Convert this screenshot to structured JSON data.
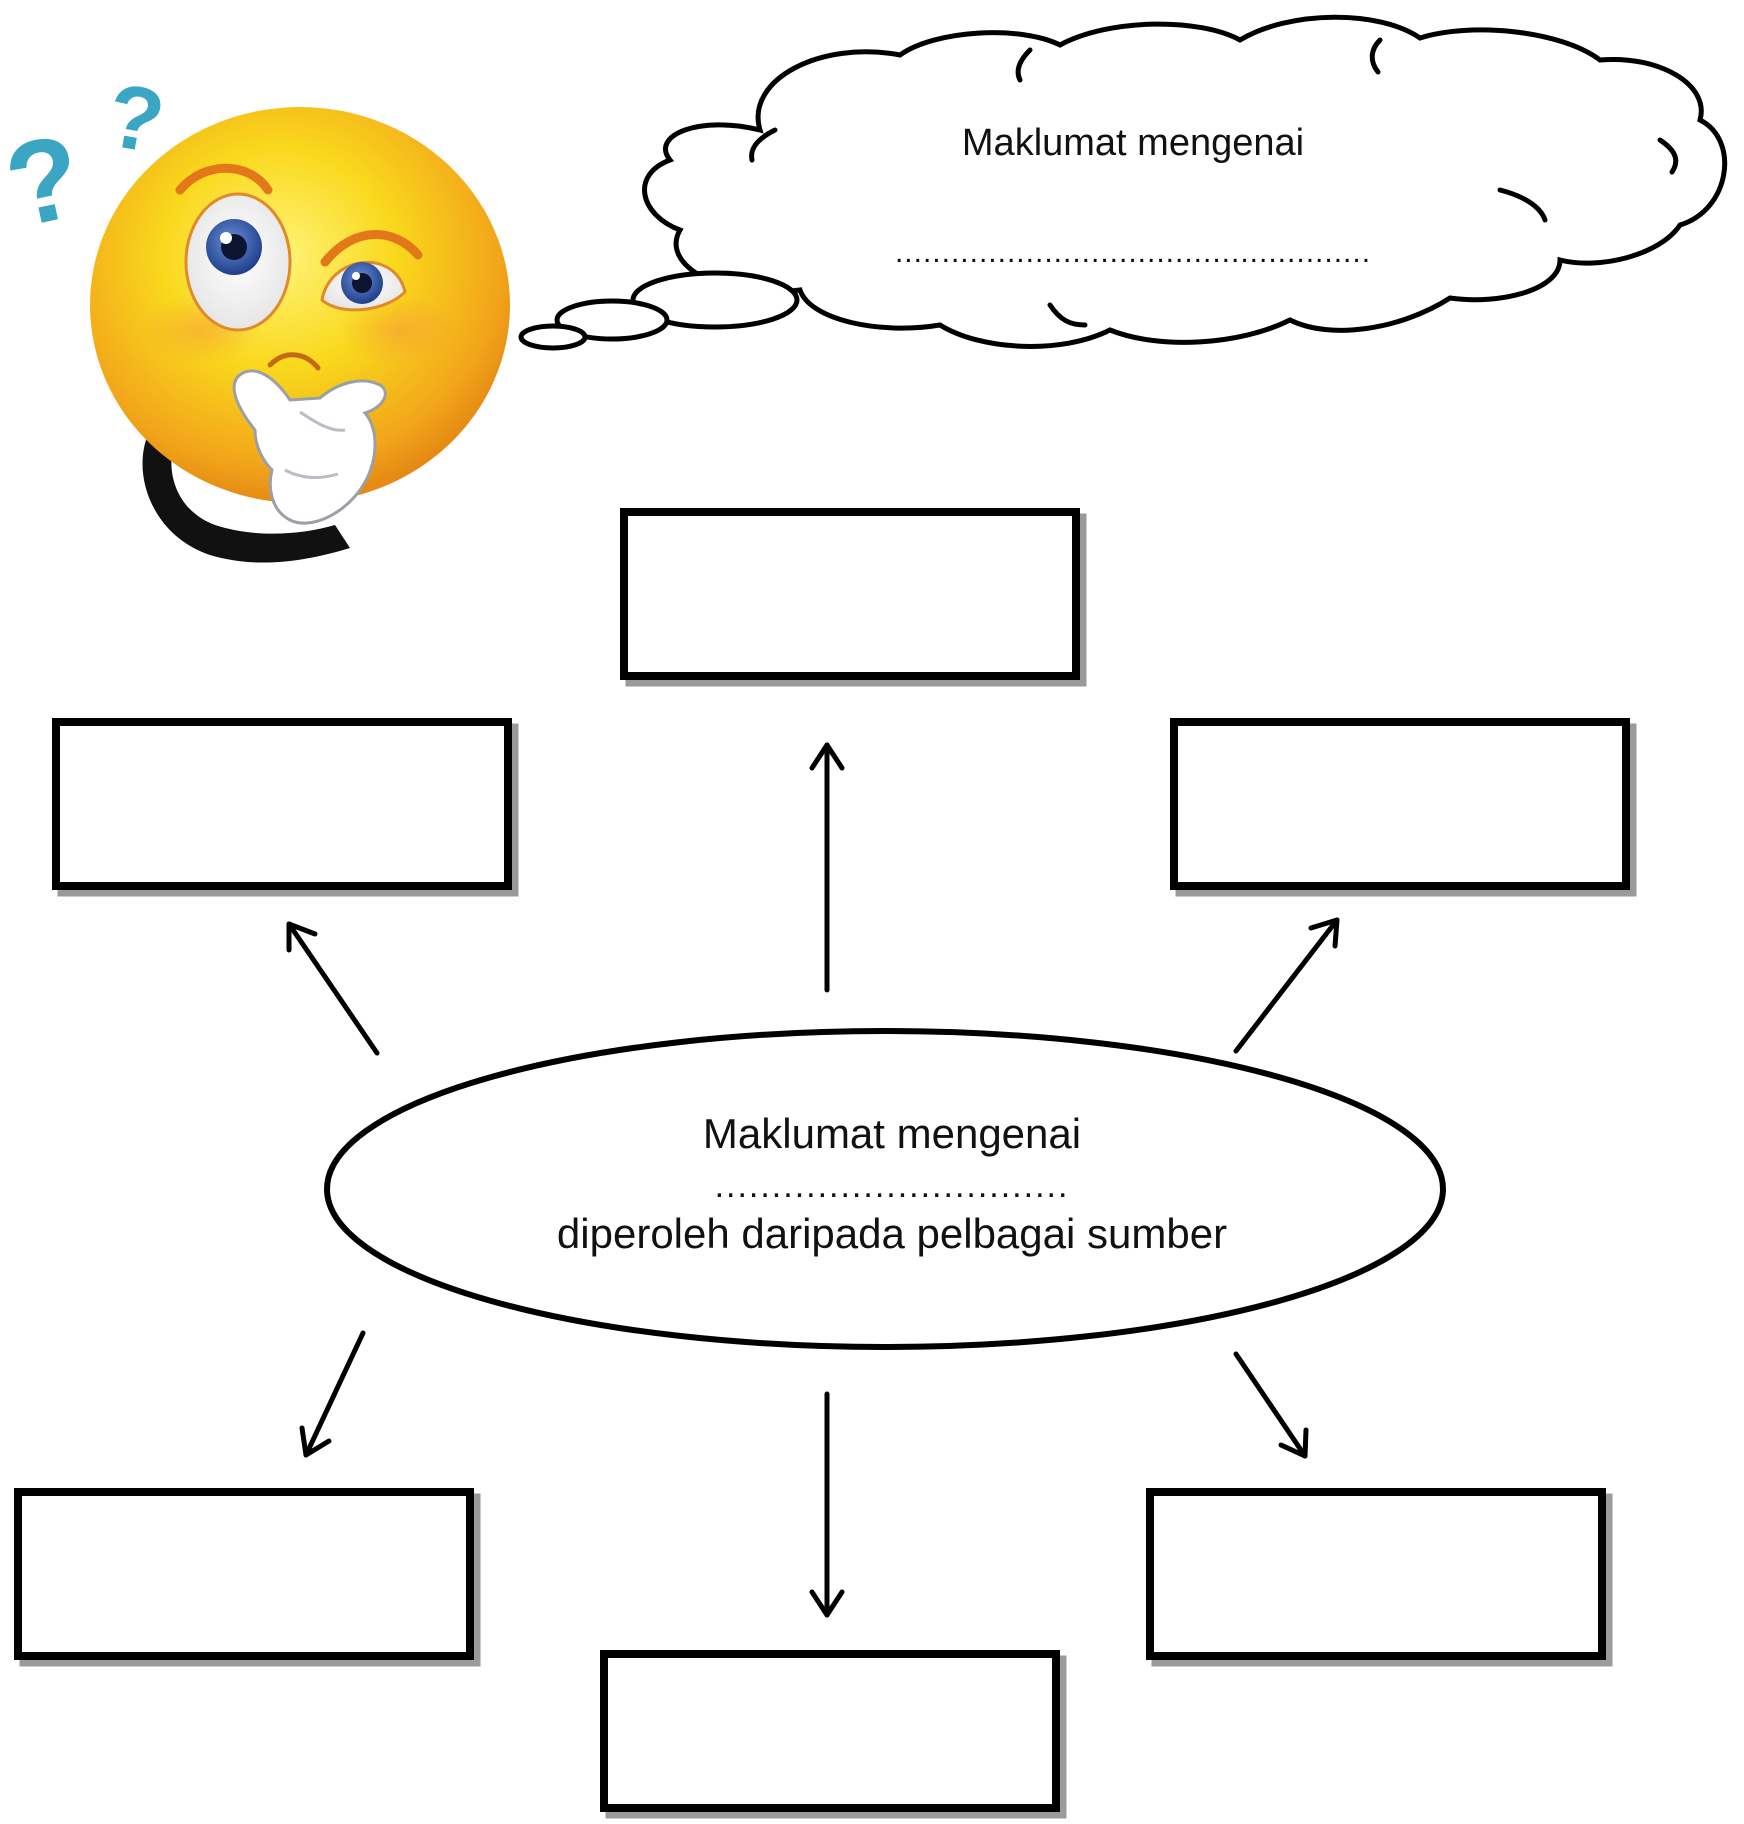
{
  "thought_bubble": {
    "line1": "Maklumat mengenai",
    "line2": "..................................................."
  },
  "center_ellipse": {
    "line1": "Maklumat mengenai",
    "line2": "...............................",
    "line3": "diperoleh daripada pelbagai sumber"
  },
  "boxes": [
    {
      "id": "top",
      "text": ""
    },
    {
      "id": "upper-left",
      "text": ""
    },
    {
      "id": "upper-right",
      "text": ""
    },
    {
      "id": "lower-left",
      "text": ""
    },
    {
      "id": "bottom",
      "text": ""
    },
    {
      "id": "lower-right",
      "text": ""
    }
  ],
  "icons": {
    "thinking_face": "thinking-emoji-icon",
    "question_marks": "question-mark-icon"
  },
  "colors": {
    "face_yellow": "#f7d21a",
    "face_orange": "#f0a21b",
    "question_teal": "#3aa6c4",
    "eye_blue": "#2c56a8",
    "line": "#000000"
  }
}
